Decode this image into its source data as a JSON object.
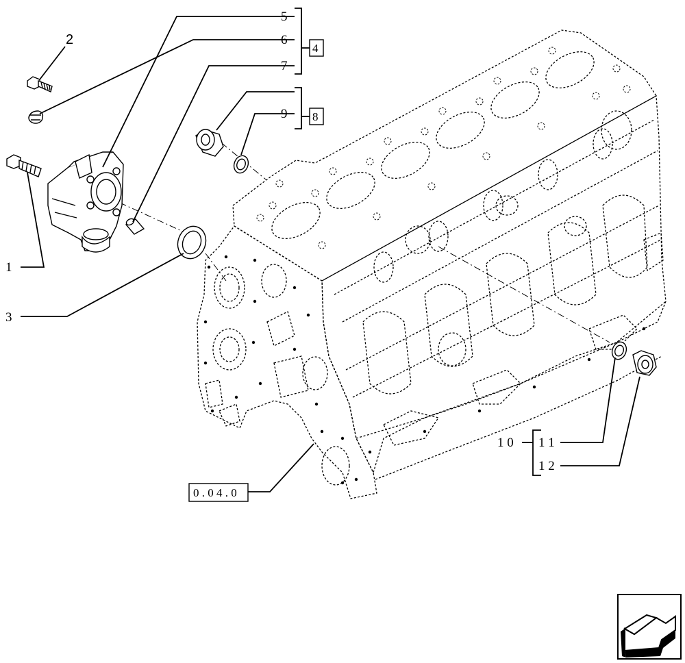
{
  "callouts": {
    "c1": "1",
    "c2": "2",
    "c3": "3",
    "c5": "5",
    "c6": "6",
    "c7": "7",
    "c9": "9",
    "c10": "1 0",
    "c11": "1 1",
    "c12": "1 2"
  },
  "ref_boxes": {
    "r4": "4",
    "r8": "8",
    "r0040": "0 . 0 4 . 0"
  },
  "icons": {
    "nav": "arrow-back-icon"
  }
}
